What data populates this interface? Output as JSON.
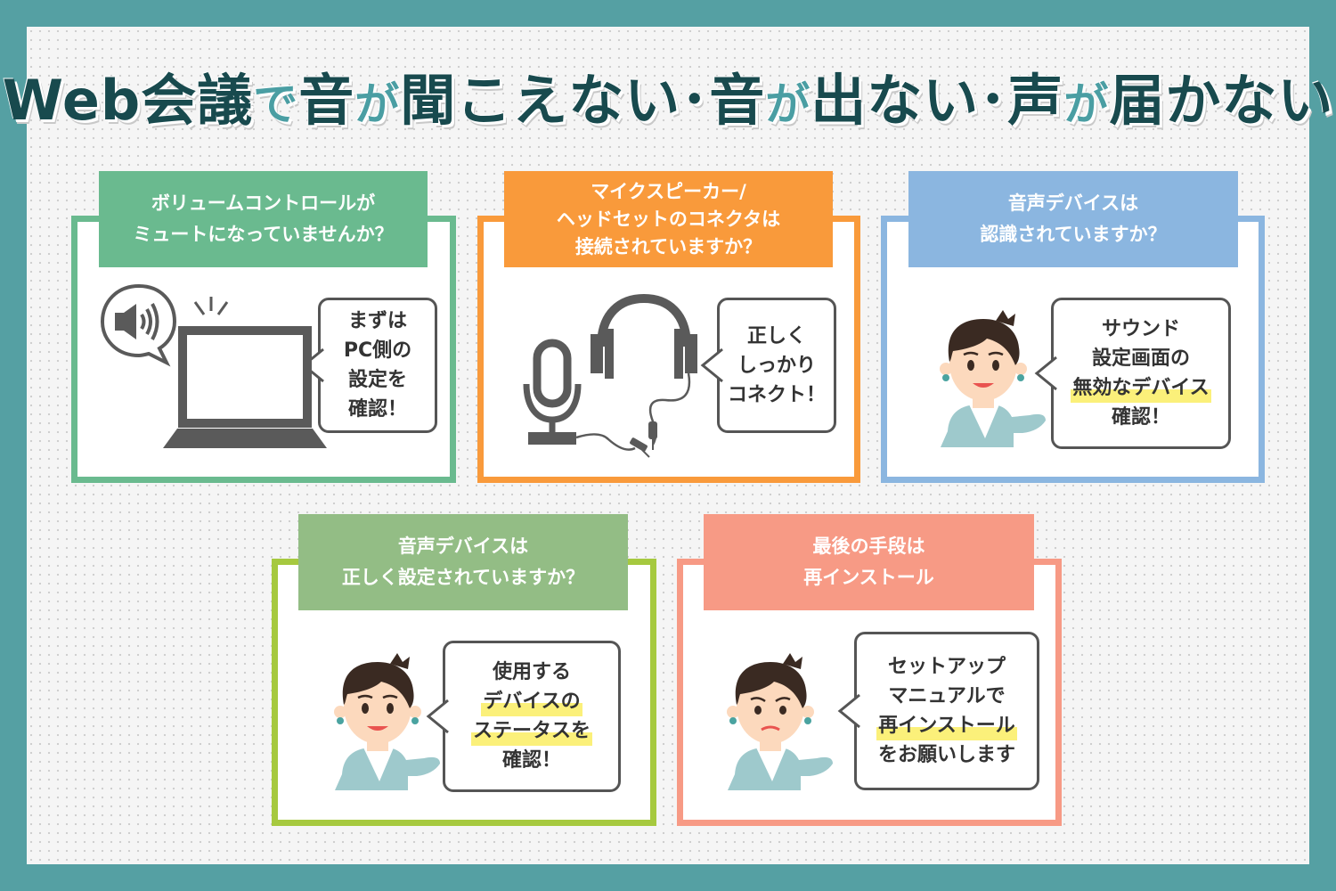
{
  "title": {
    "segments": [
      {
        "text": "Web会議",
        "style": "main"
      },
      {
        "text": "で",
        "style": "accent"
      },
      {
        "text": "音",
        "style": "main"
      },
      {
        "text": "が",
        "style": "accent"
      },
      {
        "text": "聞こえない･音",
        "style": "main"
      },
      {
        "text": "が",
        "style": "accent"
      },
      {
        "text": "出ない･声",
        "style": "main"
      },
      {
        "text": "が",
        "style": "accent"
      },
      {
        "text": "届かない",
        "style": "main"
      }
    ]
  },
  "cards": [
    {
      "header": [
        "ボリュームコントロールが",
        "ミュートになっていませんか？"
      ],
      "bubble": [
        "まずは",
        "PC側の",
        "設定を",
        "確認！"
      ],
      "illustration": "laptop-with-speaker",
      "color": "#6aba8f"
    },
    {
      "header": [
        "マイクスピーカー/",
        "ヘッドセットのコネクタは",
        "接続されていますか？"
      ],
      "bubble": [
        "正しく",
        "しっかり",
        "コネクト！"
      ],
      "illustration": "microphone-and-headset",
      "color": "#f99a3b"
    },
    {
      "header": [
        "音声デバイスは",
        "認識されていますか？"
      ],
      "bubble": [
        "サウンド",
        "設定画面の",
        "無効なデバイス",
        "確認！"
      ],
      "highlight_line": 2,
      "illustration": "support-person",
      "color": "#8bb6e0"
    },
    {
      "header": [
        "音声デバイスは",
        "正しく設定されていますか？"
      ],
      "bubble": [
        "使用する",
        "デバイスの",
        "ステータスを",
        "確認！"
      ],
      "highlight_lines": [
        1,
        2
      ],
      "illustration": "support-person",
      "color": "#a6c93f",
      "header_color": "#93bd85"
    },
    {
      "header": [
        "最後の手段は",
        "再インストール"
      ],
      "bubble": [
        "セットアップ",
        "マニュアルで",
        "再インストール",
        "をお願いします"
      ],
      "highlight_line": 2,
      "illustration": "support-person-worried",
      "color": "#f79a85"
    }
  ]
}
